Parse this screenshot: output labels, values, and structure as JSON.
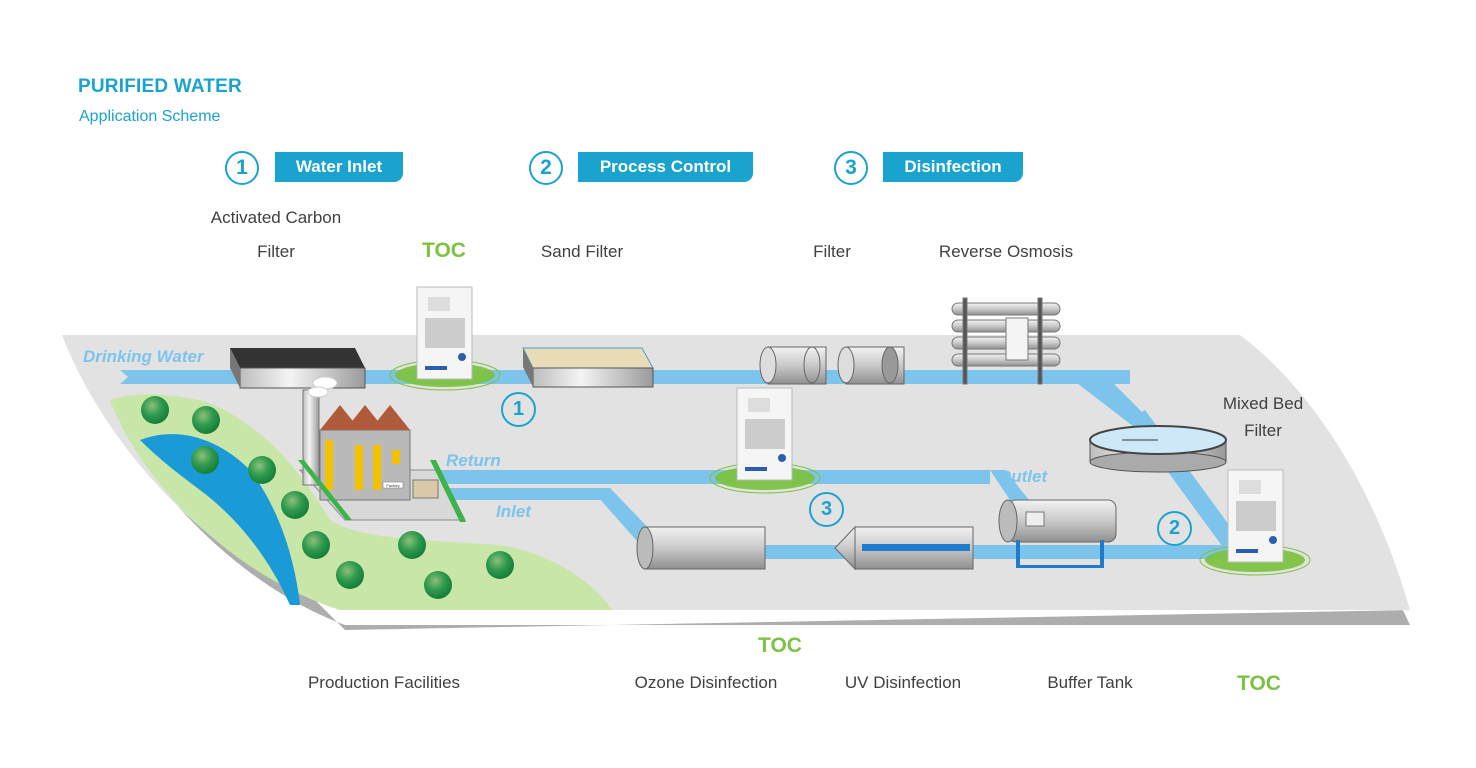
{
  "header": {
    "title": "PURIFIED WATER",
    "subtitle": "Application Scheme"
  },
  "steps": [
    {
      "number": "1",
      "label": "Water Inlet"
    },
    {
      "number": "2",
      "label": "Process Control"
    },
    {
      "number": "3",
      "label": "Disinfection"
    }
  ],
  "stations": {
    "activated_carbon_line1": "Activated Carbon",
    "activated_carbon_line2": "Filter",
    "sand_filter": "Sand Filter",
    "filter": "Filter",
    "reverse_osmosis": "Reverse Osmosis",
    "mixed_bed_line1": "Mixed Bed",
    "mixed_bed_line2": "Filter",
    "production_facilities": "Production Facilities",
    "ozone_disinfection": "Ozone Disinfection",
    "uv_disinfection": "UV Disinfection",
    "buffer_tank": "Buffer Tank"
  },
  "toc_labels": {
    "top": "TOC",
    "bottom_middle": "TOC",
    "bottom_right": "TOC"
  },
  "flow_labels": {
    "drinking_water": "Drinking Water",
    "return": "Return",
    "inlet": "Inlet",
    "outlet": "Outlet"
  },
  "markers": {
    "marker_1": "1",
    "marker_2": "2",
    "marker_3": "3"
  },
  "factory_sign": "Factory",
  "colors": {
    "accent_blue": "#1aa3cf",
    "flow_blue": "#7cc4ec",
    "toc_green": "#7dc242",
    "ground_gray": "#e2e2e2"
  }
}
